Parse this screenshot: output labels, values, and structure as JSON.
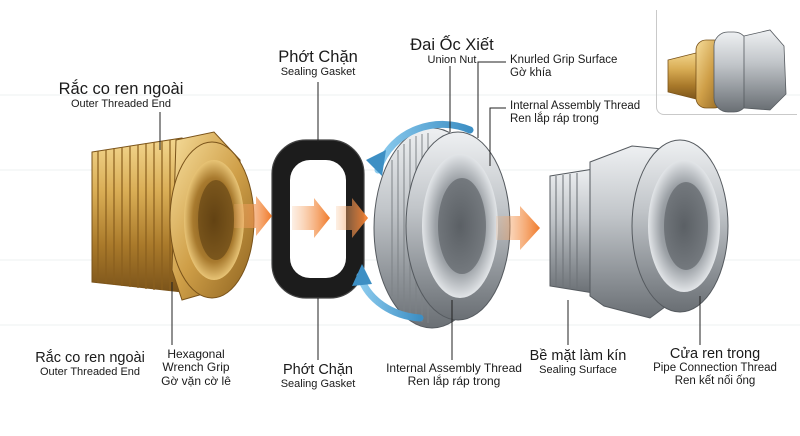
{
  "labels": {
    "outer_top": {
      "vn": "Rắc co ren ngoài",
      "en": "Outer Threaded End"
    },
    "gasket_top": {
      "vn": "Phớt Chặn",
      "en": "Sealing Gasket"
    },
    "nut_top": {
      "vn": "Đai Ốc Xiết",
      "en": "Union Nut"
    },
    "knurled": {
      "en": "Knurled Grip Surface",
      "vn": "Gờ khía"
    },
    "internal_top": {
      "en": "Internal Assembly Thread",
      "vn": "Ren lắp ráp trong"
    },
    "outer_bottom": {
      "vn": "Rắc co ren ngoài",
      "en": "Outer Threaded End"
    },
    "hex": {
      "en1": "Hexagonal",
      "en2": "Wrench Grip",
      "vn": "Gờ vặn cờ lê"
    },
    "gasket_bottom": {
      "vn": "Phớt Chặn",
      "en": "Sealing Gasket"
    },
    "internal_bottom": {
      "en": "Internal Assembly Thread",
      "vn": "Ren lắp ráp trong"
    },
    "sealing_surface": {
      "vn": "Bề mặt làm kín",
      "en": "Sealing Surface"
    },
    "pipe_thread": {
      "vn": "Cửa ren trong",
      "en1": "Pipe Connection Thread",
      "vn2": "Ren kết nối ống"
    }
  },
  "colors": {
    "brass": "#c9a04a",
    "steel": "#b8bcc0",
    "arrow": "#f08a3c",
    "rotate": "#5aa9d6",
    "gasket": "#1c1c1c"
  }
}
